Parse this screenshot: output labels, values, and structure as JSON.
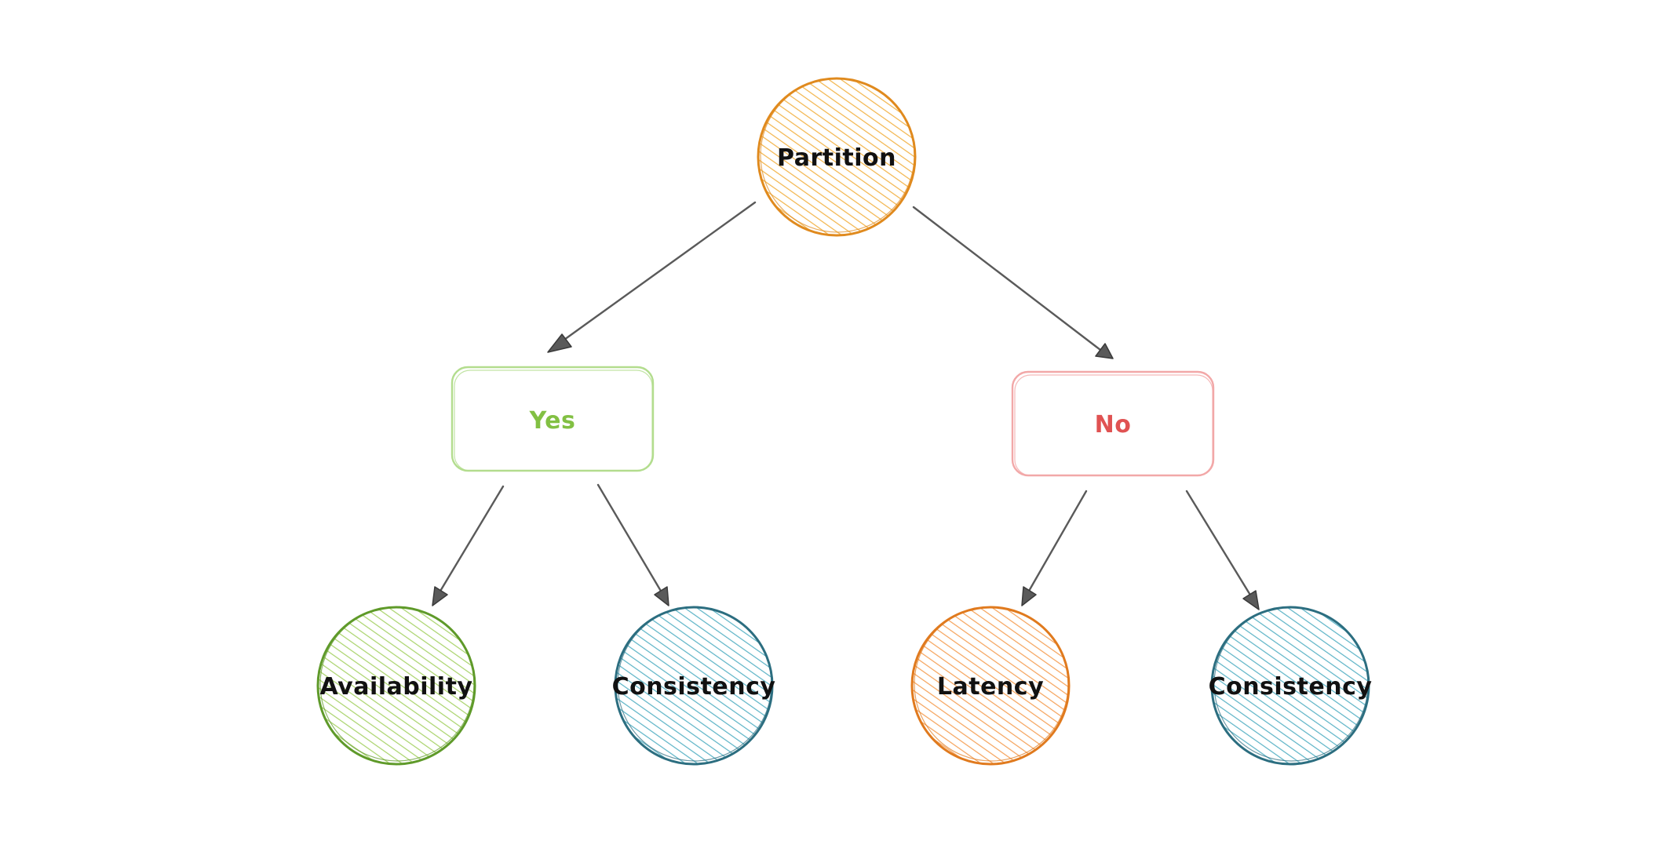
{
  "nodes": {
    "partition": {
      "label": "Partition",
      "shape": "circle",
      "stroke": "#e08a1e",
      "fill": "#f2b44a",
      "text_color": "#111111"
    },
    "yes": {
      "label": "Yes",
      "shape": "rect",
      "stroke": "#b3dd8e",
      "fill": "none",
      "text_color": "#82c043"
    },
    "no": {
      "label": "No",
      "shape": "rect",
      "stroke": "#f2a8a8",
      "fill": "none",
      "text_color": "#e05252"
    },
    "availability": {
      "label": "Availability",
      "shape": "circle",
      "stroke": "#5f9a2a",
      "fill": "#a9d36b",
      "text_color": "#111111"
    },
    "consistency_left": {
      "label": "Consistency",
      "shape": "circle",
      "stroke": "#2c6e80",
      "fill": "#5bb3c6",
      "text_color": "#111111"
    },
    "latency": {
      "label": "Latency",
      "shape": "circle",
      "stroke": "#e07a1e",
      "fill": "#f5a25a",
      "text_color": "#111111"
    },
    "consistency_right": {
      "label": "Consistency",
      "shape": "circle",
      "stroke": "#2c6e80",
      "fill": "#5bb3c6",
      "text_color": "#111111"
    }
  },
  "edges": [
    {
      "from": "partition",
      "to": "yes"
    },
    {
      "from": "partition",
      "to": "no"
    },
    {
      "from": "yes",
      "to": "availability"
    },
    {
      "from": "yes",
      "to": "consistency_left"
    },
    {
      "from": "no",
      "to": "latency"
    },
    {
      "from": "no",
      "to": "consistency_right"
    }
  ]
}
